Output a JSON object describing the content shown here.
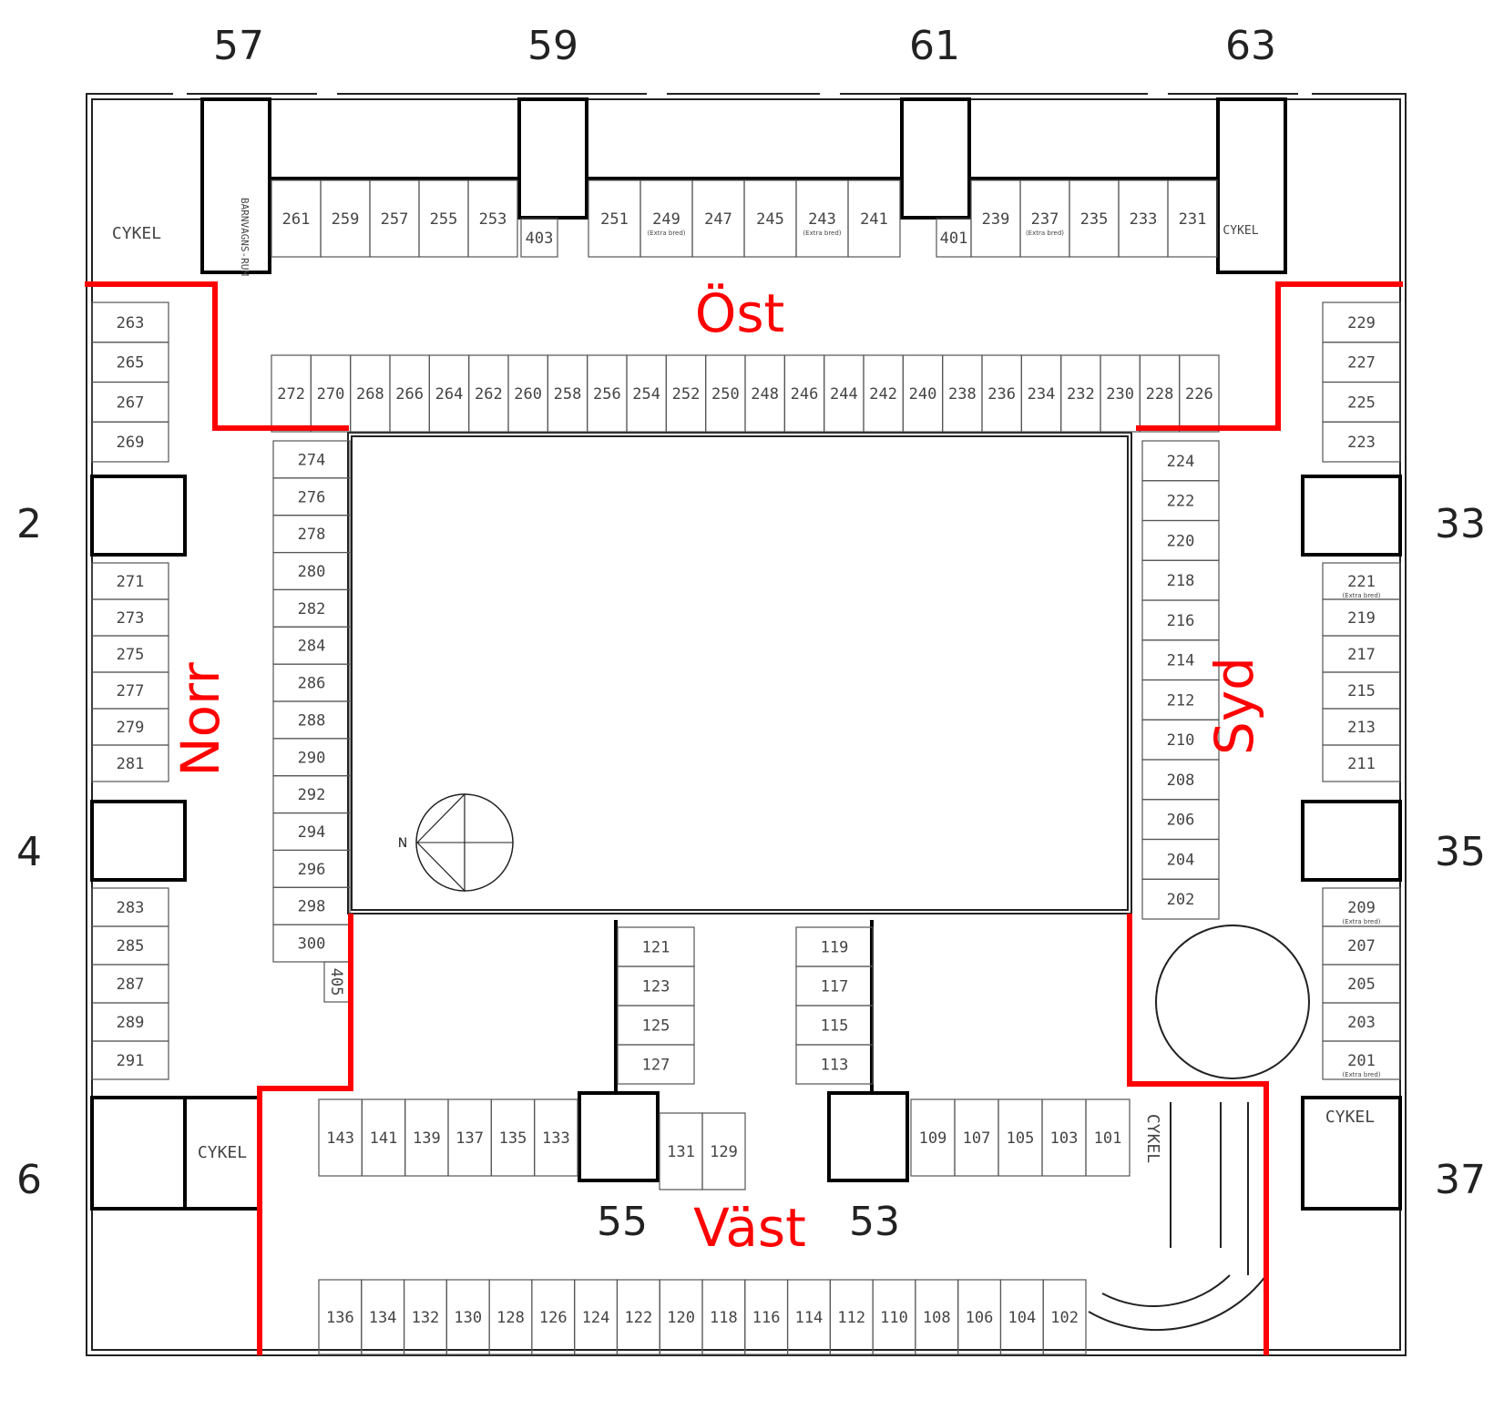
{
  "zones": {
    "ost": "Öst",
    "norr": "Norr",
    "syd": "Syd",
    "vast": "Väst"
  },
  "entrances": {
    "top": [
      "57",
      "59",
      "61",
      "63"
    ],
    "left": [
      "2",
      "4",
      "6"
    ],
    "right": [
      "33",
      "35",
      "37"
    ],
    "bottom": [
      "55",
      "53"
    ]
  },
  "rooms": {
    "cykel": "CYKEL",
    "barnvagnsrum": "BARNVAGNS-RUM",
    "extra_bred": "(Extra bred)",
    "north_mark": "N"
  },
  "spaces": {
    "top_row_a": [
      "261",
      "259",
      "257",
      "255",
      "253"
    ],
    "top_403": "403",
    "top_row_b": [
      "251",
      "249",
      "247",
      "245",
      "243",
      "241"
    ],
    "top_401": "401",
    "top_row_c": [
      "239",
      "237",
      "235",
      "233",
      "231"
    ],
    "inner_top": [
      "272",
      "270",
      "268",
      "266",
      "264",
      "262",
      "260",
      "258",
      "256",
      "254",
      "252",
      "250",
      "248",
      "246",
      "244",
      "242",
      "240",
      "238",
      "236",
      "234",
      "232",
      "230",
      "228",
      "226"
    ],
    "left_outer_top": [
      "263",
      "265",
      "267",
      "269"
    ],
    "left_outer_mid": [
      "271",
      "273",
      "275",
      "277",
      "279",
      "281"
    ],
    "left_outer_bot": [
      "283",
      "285",
      "287",
      "289",
      "291"
    ],
    "left_inner": [
      "274",
      "276",
      "278",
      "280",
      "282",
      "284",
      "286",
      "288",
      "290",
      "292",
      "294",
      "296",
      "298",
      "300"
    ],
    "left_405": "405",
    "right_outer_top": [
      "229",
      "227",
      "225",
      "223"
    ],
    "right_outer_mid": [
      "221",
      "219",
      "217",
      "215",
      "213",
      "211"
    ],
    "right_outer_bot": [
      "209",
      "207",
      "205",
      "203",
      "201"
    ],
    "right_inner": [
      "224",
      "222",
      "220",
      "218",
      "216",
      "214",
      "212",
      "210",
      "208",
      "206",
      "204",
      "202"
    ],
    "center_left": [
      "121",
      "123",
      "125",
      "127"
    ],
    "center_right": [
      "119",
      "117",
      "115",
      "113"
    ],
    "bottom_upper_left": [
      "143",
      "141",
      "139",
      "137",
      "135",
      "133"
    ],
    "bottom_upper_mid": [
      "131",
      "129"
    ],
    "bottom_upper_right": [
      "109",
      "107",
      "105",
      "103",
      "101"
    ],
    "bottom_lower": [
      "136",
      "134",
      "132",
      "130",
      "128",
      "126",
      "124",
      "122",
      "120",
      "118",
      "116",
      "114",
      "112",
      "110",
      "108",
      "106",
      "104",
      "102"
    ]
  }
}
